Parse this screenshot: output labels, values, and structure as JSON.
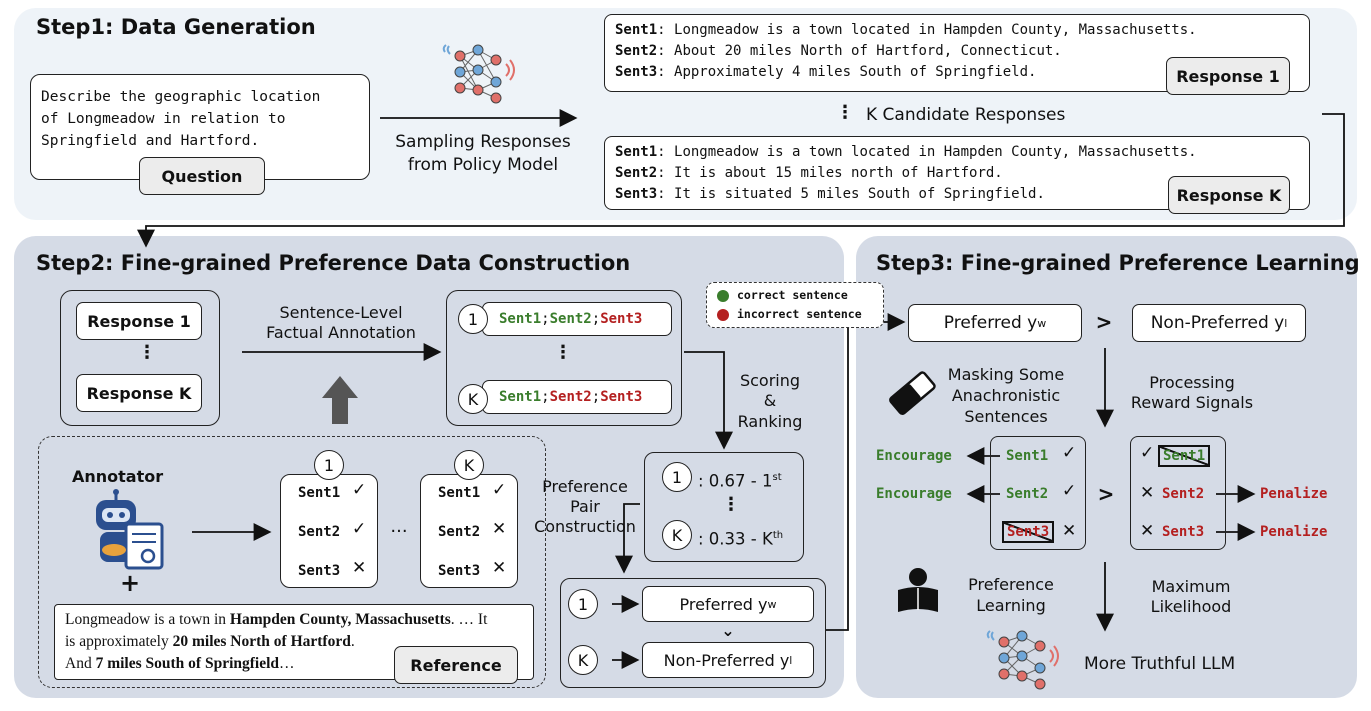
{
  "step1": {
    "title": "Step1: Data Generation",
    "question_text": [
      "Describe the geographic location",
      "of Longmeadow in relation to",
      "Springfield and Hartford."
    ],
    "question_label": "Question",
    "sampling_label": [
      "Sampling Responses",
      "from Policy Model"
    ],
    "k_candidates": "K Candidate Responses",
    "dots": "⋮",
    "response1": {
      "label": "Response 1",
      "sentences": [
        {
          "id": "Sent1",
          "text": "Longmeadow is a town located in Hampden County, Massachusetts."
        },
        {
          "id": "Sent2",
          "text": "About 20 miles North of Hartford, Connecticut."
        },
        {
          "id": "Sent3",
          "text": "Approximately 4 miles South of Springfield."
        }
      ]
    },
    "responseK": {
      "label": "Response K",
      "sentences": [
        {
          "id": "Sent1",
          "text": "Longmeadow is a town located in Hampden County, Massachusetts."
        },
        {
          "id": "Sent2",
          "text": "It is about 15 miles north of Hartford."
        },
        {
          "id": "Sent3",
          "text": "It is situated 5 miles South of Springfield."
        }
      ]
    }
  },
  "step2": {
    "title": "Step2: Fine-grained Preference Data Construction",
    "response1": "Response 1",
    "responseK": "Response K",
    "dots": "⋮",
    "annotation_label": [
      "Sentence-Level",
      "Factual Annotation"
    ],
    "annotated": {
      "row1": {
        "num": "1",
        "s1": "Sent1",
        "s2": "Sent2",
        "s3": "Sent3",
        "sep": ";"
      },
      "rowK": {
        "num": "K",
        "s1": "Sent1",
        "s2": "Sent2",
        "s3": "Sent3",
        "sep": ";"
      }
    },
    "legend": {
      "correct": "correct sentence",
      "incorrect": "incorrect sentence"
    },
    "scoring_label": [
      "Scoring",
      "&",
      "Ranking"
    ],
    "annotator_label": "Annotator",
    "plus": "+",
    "card1": {
      "num": "1",
      "rows": [
        "Sent1",
        "Sent2",
        "Sent3"
      ],
      "marks": [
        "✓",
        "✓",
        "✕"
      ]
    },
    "cardK": {
      "num": "K",
      "rows": [
        "Sent1",
        "Sent2",
        "Sent3"
      ],
      "marks": [
        "✓",
        "✕",
        "✕"
      ]
    },
    "ellipsis": "···",
    "scores": {
      "one_num": "1",
      "one": ": 0.67 - 1",
      "one_sup": "st",
      "k_num": "K",
      "k": ": 0.33 - K",
      "k_sup": "th"
    },
    "pair_label": [
      "Preference",
      "Pair",
      "Construction"
    ],
    "pairs": {
      "one_num": "1",
      "preferred": "Preferred y",
      "preferred_sub": "w",
      "k_num": "K",
      "nonpreferred": "Non-Preferred y",
      "nonpreferred_sub": "l",
      "chevron": "⌄"
    },
    "reference": {
      "label": "Reference",
      "line1_a": "Longmeadow is a town in ",
      "line1_b": "Hampden County, Massachusetts",
      "line1_c": ". … It",
      "line2_a": "is approximately ",
      "line2_b": "20 miles North of Hartford",
      "line2_c": ".",
      "line3_a": "And ",
      "line3_b": "7 miles South of Springfield",
      "line3_c": "…"
    }
  },
  "step3": {
    "title": "Step3: Fine-grained Preference Learning",
    "preferred": "Preferred y",
    "preferred_sub": "w",
    "gt": ">",
    "nonpreferred": "Non-Preferred y",
    "nonpreferred_sub": "l",
    "masking_label": [
      "Masking Some",
      "Anachronistic",
      "Sentences"
    ],
    "processing_label": [
      "Processing",
      "Reward Signals"
    ],
    "encourage": "Encourage",
    "penalize": "Penalize",
    "left_rows": [
      "Sent1",
      "Sent2",
      "Sent3"
    ],
    "right_rows": [
      "Sent1",
      "Sent2",
      "Sent3"
    ],
    "check": "✓",
    "cross": "✕",
    "pref_learning": [
      "Preference",
      "Learning"
    ],
    "max_likelihood": [
      "Maximum",
      "Likelihood"
    ],
    "result": "More Truthful LLM"
  },
  "colors": {
    "green": "#3a7d2c",
    "red": "#b42020",
    "panel1": "#eef3f8",
    "panel2": "#d5dbe6"
  }
}
